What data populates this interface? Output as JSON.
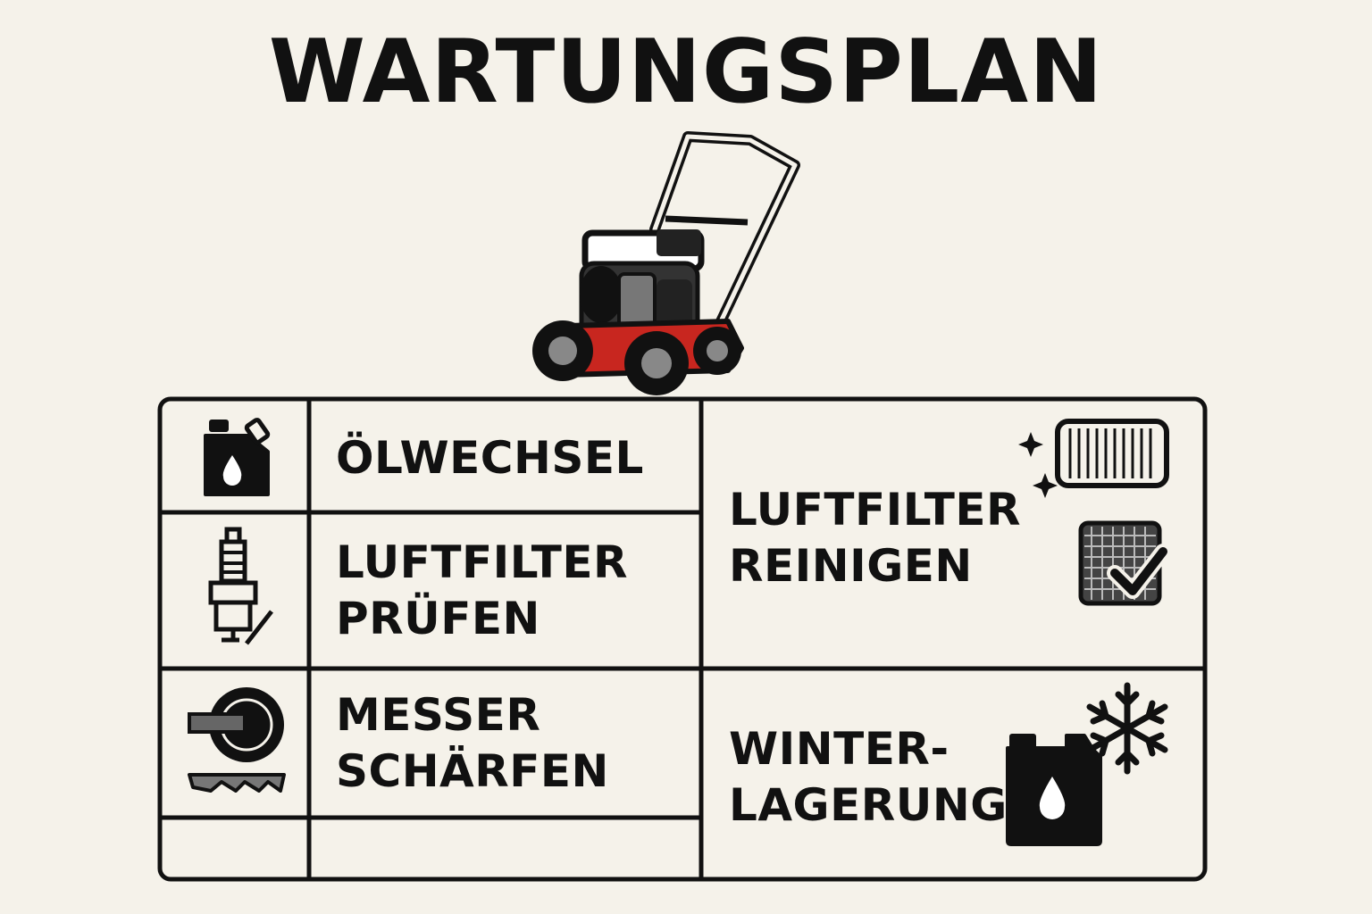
{
  "title": "WARTUNGSPLAN",
  "image": {
    "subject": "lawn-scarifier",
    "icon": "scarifier-icon"
  },
  "tasks": {
    "left": [
      {
        "label": "ÖLWECHSEL",
        "icon": "oil-canister-icon"
      },
      {
        "label": "LUFTFILTER\nPRÜFEN",
        "icon": "spark-plug-icon"
      },
      {
        "label": "MESSER\nSCHÄRFEN",
        "icon": "blade-sharpening-icon"
      },
      {
        "label": "",
        "icon": ""
      }
    ],
    "right": [
      {
        "label": "LUFTFILTER\nREINIGEN",
        "icon": "air-filter-clean-icon"
      },
      {
        "label": "WINTER-\nLAGERUNG",
        "icon": "winter-storage-icon"
      }
    ]
  },
  "colors": {
    "background": "#f5f2ea",
    "ink": "#111111",
    "deck_red": "#c8261f"
  }
}
